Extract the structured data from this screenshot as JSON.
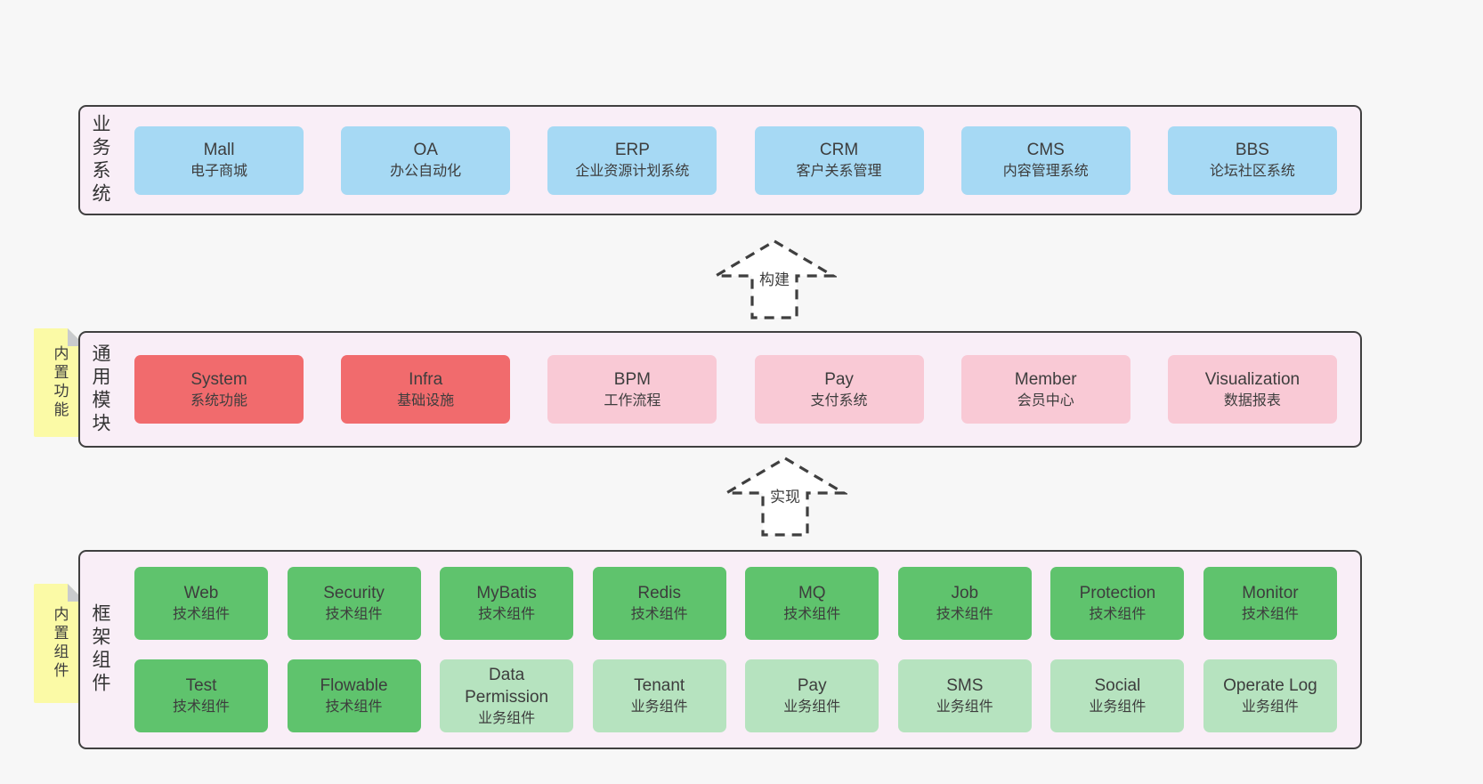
{
  "colors": {
    "page_bg": "#f7f7f7",
    "panel_bg": "#f9eef7",
    "panel_border": "#404040",
    "blue_box": "#a6d9f4",
    "red_box": "#f16b6d",
    "pink_box": "#f9c9d5",
    "green_box": "#5fc36d",
    "light_green_box": "#b6e3bf",
    "sticky_yellow": "#fbfaa6",
    "fold_gray": "#c9cbcd",
    "text": "#3d3d3d"
  },
  "arrows": [
    {
      "label": "构建"
    },
    {
      "label": "实现"
    }
  ],
  "panels": [
    {
      "label": "业务系统",
      "boxes": [
        {
          "name": "Mall",
          "desc": "电子商城"
        },
        {
          "name": "OA",
          "desc": "办公自动化"
        },
        {
          "name": "ERP",
          "desc": "企业资源计划系统"
        },
        {
          "name": "CRM",
          "desc": "客户关系管理"
        },
        {
          "name": "CMS",
          "desc": "内容管理系统"
        },
        {
          "name": "BBS",
          "desc": "论坛社区系统"
        }
      ]
    },
    {
      "label": "通用模块",
      "sticky": "内置功能",
      "boxes": [
        {
          "name": "System",
          "desc": "系统功能"
        },
        {
          "name": "Infra",
          "desc": "基础设施"
        },
        {
          "name": "BPM",
          "desc": "工作流程"
        },
        {
          "name": "Pay",
          "desc": "支付系统"
        },
        {
          "name": "Member",
          "desc": "会员中心"
        },
        {
          "name": "Visualization",
          "desc": "数据报表"
        }
      ]
    },
    {
      "label": "框架组件",
      "sticky": "内置组件",
      "row1": [
        {
          "name": "Web",
          "desc": "技术组件"
        },
        {
          "name": "Security",
          "desc": "技术组件"
        },
        {
          "name": "MyBatis",
          "desc": "技术组件"
        },
        {
          "name": "Redis",
          "desc": "技术组件"
        },
        {
          "name": "MQ",
          "desc": "技术组件"
        },
        {
          "name": "Job",
          "desc": "技术组件"
        },
        {
          "name": "Protection",
          "desc": "技术组件"
        },
        {
          "name": "Monitor",
          "desc": "技术组件"
        }
      ],
      "row2": [
        {
          "name": "Test",
          "desc": "技术组件"
        },
        {
          "name": "Flowable",
          "desc": "技术组件"
        },
        {
          "name": "Data Permission",
          "desc": "业务组件"
        },
        {
          "name": "Tenant",
          "desc": "业务组件"
        },
        {
          "name": "Pay",
          "desc": "业务组件"
        },
        {
          "name": "SMS",
          "desc": "业务组件"
        },
        {
          "name": "Social",
          "desc": "业务组件"
        },
        {
          "name": "Operate Log",
          "desc": "业务组件"
        }
      ]
    }
  ]
}
